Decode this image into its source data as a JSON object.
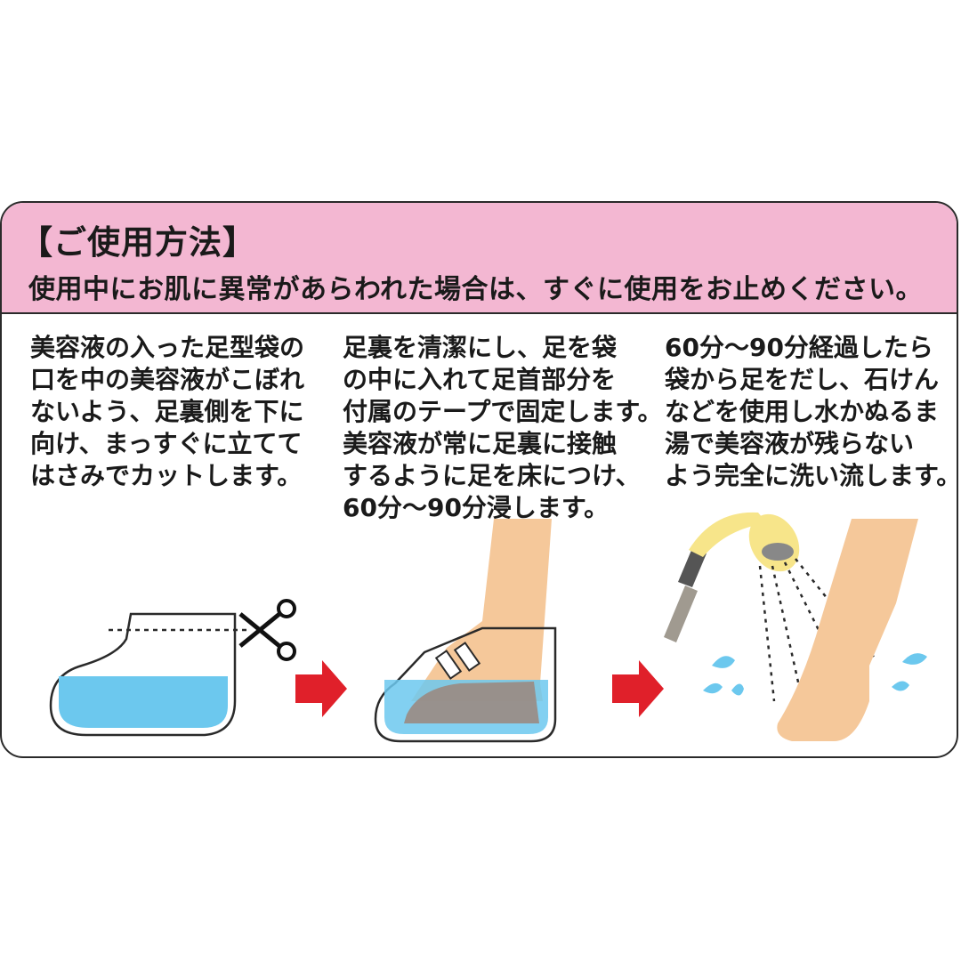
{
  "header": {
    "title": "【ご使用方法】",
    "warning": "使用中にお肌に異常があらわれた場合は、すぐに使用をお止めください。"
  },
  "steps": [
    {
      "lines": [
        "美容液の入った足型袋の",
        "口を中の美容液がこぼれ",
        "ないよう、足裏側を下に",
        "向け、まっすぐに立てて",
        "はさみでカットします。"
      ],
      "illustration": "scissors-cut-bag"
    },
    {
      "lines": [
        "足裏を清潔にし、足を袋",
        "の中に入れて足首部分を",
        "付属のテープで固定します。",
        "美容液が常に足裏に接触",
        "するように足を床につけ、",
        "60分〜90分浸します。"
      ],
      "illustration": "foot-in-bag"
    },
    {
      "lines": [
        "60分〜90分経過したら",
        "袋から足をだし、石けん",
        "などを使用し水かぬるま",
        "湯で美容液が残らない",
        "よう完全に洗い流します。"
      ],
      "illustration": "shower-rinse"
    }
  ],
  "colors": {
    "header_bg": "#f3b7d2",
    "liquid": "#6cc8ee",
    "arrow": "#e0202a",
    "skin": "#f5c89a",
    "shower": "#f7e58a"
  }
}
